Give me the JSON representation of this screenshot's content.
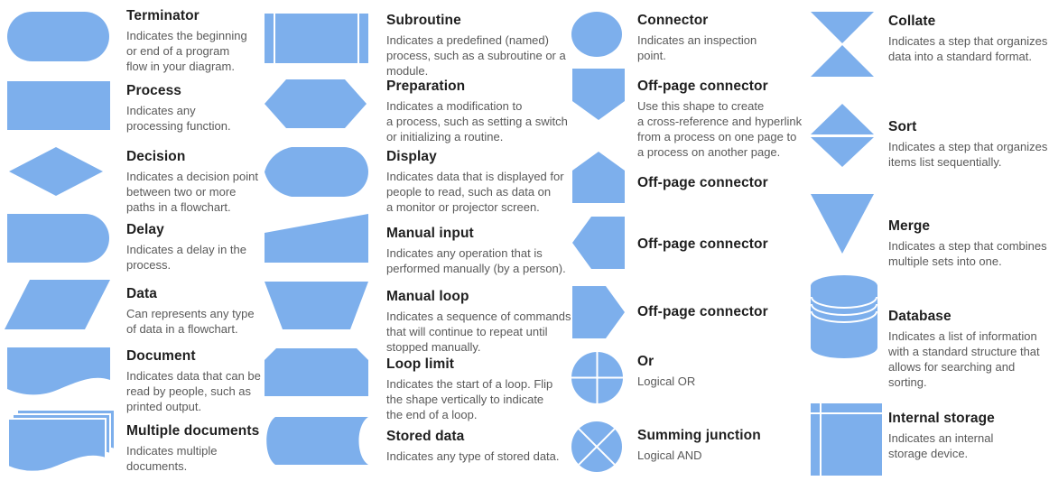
{
  "colors": {
    "shape_fill": "#7DAFEC",
    "title_text": "#1f1f1f",
    "description_text": "#595959",
    "background": "#ffffff"
  },
  "columns": [
    {
      "items": [
        {
          "title": "Terminator",
          "icon": "terminator-shape-icon",
          "description": "Indicates the beginning\nor end of a program\nflow in your diagram."
        },
        {
          "title": "Process",
          "icon": "process-shape-icon",
          "description": "Indicates any\nprocessing function."
        },
        {
          "title": "Decision",
          "icon": "decision-shape-icon",
          "description": "Indicates a decision point\nbetween two or more\npaths in a flowchart."
        },
        {
          "title": "Delay",
          "icon": "delay-shape-icon",
          "description": "Indicates a delay in the\nprocess."
        },
        {
          "title": "Data",
          "icon": "data-shape-icon",
          "description": "Can represents any type\nof data in a flowchart."
        },
        {
          "title": "Document",
          "icon": "document-shape-icon",
          "description": "Indicates data that can be\nread by people, such as\nprinted output."
        },
        {
          "title": "Multiple documents",
          "icon": "multiple-documents-shape-icon",
          "description": "Indicates multiple\ndocuments."
        }
      ]
    },
    {
      "items": [
        {
          "title": "Subroutine",
          "icon": "subroutine-shape-icon",
          "description": "Indicates a predefined (named)\nprocess, such as a subroutine or a\nmodule."
        },
        {
          "title": "Preparation",
          "icon": "preparation-shape-icon",
          "description": "Indicates a modification to\na process, such as setting a switch\nor initializing a routine."
        },
        {
          "title": "Display",
          "icon": "display-shape-icon",
          "description": "Indicates data that is displayed for\npeople to read, such as data on\na monitor or projector screen."
        },
        {
          "title": "Manual input",
          "icon": "manual-input-shape-icon",
          "description": "Indicates any operation that is\nperformed manually (by a person)."
        },
        {
          "title": "Manual loop",
          "icon": "manual-loop-shape-icon",
          "description": "Indicates a sequence of commands\nthat will continue to repeat until\nstopped manually."
        },
        {
          "title": "Loop limit",
          "icon": "loop-limit-shape-icon",
          "description": "Indicates the start of a loop. Flip\nthe shape vertically to indicate\nthe end of a loop."
        },
        {
          "title": "Stored data",
          "icon": "stored-data-shape-icon",
          "description": "Indicates any type of stored data."
        }
      ]
    },
    {
      "items": [
        {
          "title": "Connector",
          "icon": "connector-shape-icon",
          "description": "Indicates an inspection\npoint."
        },
        {
          "title": "Off-page connector",
          "icon": "off-page-connector-down-shape-icon",
          "description": "Use this shape to create\na cross-reference and hyperlink\nfrom a process on one page to\na process on another page."
        },
        {
          "title": "Off-page connector",
          "icon": "off-page-connector-up-shape-icon",
          "description": ""
        },
        {
          "title": "Off-page connector",
          "icon": "off-page-connector-left-shape-icon",
          "description": ""
        },
        {
          "title": "Off-page connector",
          "icon": "off-page-connector-right-shape-icon",
          "description": ""
        },
        {
          "title": "Or",
          "icon": "or-shape-icon",
          "description": "Logical OR"
        },
        {
          "title": "Summing junction",
          "icon": "summing-junction-shape-icon",
          "description": "Logical AND"
        }
      ]
    },
    {
      "items": [
        {
          "title": "Collate",
          "icon": "collate-shape-icon",
          "description": "Indicates a step that organizes\ndata into a standard format."
        },
        {
          "title": "Sort",
          "icon": "sort-shape-icon",
          "description": "Indicates a step that organizes\nitems list sequentially."
        },
        {
          "title": "Merge",
          "icon": "merge-shape-icon",
          "description": "Indicates a step that combines\nmultiple sets into one."
        },
        {
          "title": "Database",
          "icon": "database-shape-icon",
          "description": "Indicates a list of information\nwith a standard structure that\nallows for searching and\nsorting."
        },
        {
          "title": "Internal storage",
          "icon": "internal-storage-shape-icon",
          "description": "Indicates an internal\nstorage device."
        }
      ]
    }
  ]
}
